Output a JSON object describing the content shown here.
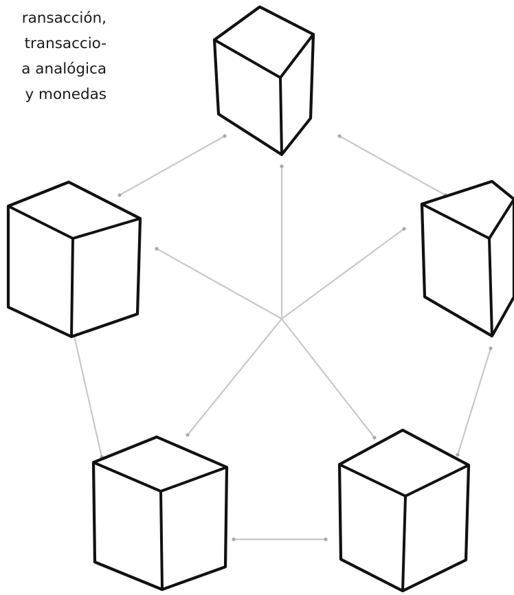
{
  "intro_text": {
    "lines": [
      "ransacción,",
      "transaccio-",
      "a analógica",
      "y monedas"
    ]
  },
  "diagram": {
    "nodes": [
      {
        "id": "top",
        "icon": "cube-icon"
      },
      {
        "id": "left",
        "icon": "cube-icon"
      },
      {
        "id": "right",
        "icon": "cube-icon"
      },
      {
        "id": "bottom-left",
        "icon": "cube-icon"
      },
      {
        "id": "bottom-right",
        "icon": "cube-icon"
      }
    ],
    "edges": [
      {
        "from": "top",
        "to": "left"
      },
      {
        "from": "top",
        "to": "right"
      },
      {
        "from": "left",
        "to": "bottom-left"
      },
      {
        "from": "right",
        "to": "bottom-right"
      },
      {
        "from": "bottom-left",
        "to": "bottom-right"
      },
      {
        "from": "top",
        "to": "center"
      },
      {
        "from": "left",
        "to": "center"
      },
      {
        "from": "right",
        "to": "center"
      },
      {
        "from": "bottom-left",
        "to": "center"
      },
      {
        "from": "bottom-right",
        "to": "center"
      }
    ],
    "colors": {
      "cube_stroke": "#111111",
      "cube_fill": "#ffffff",
      "edge": "#c8c8c8",
      "edge_dot": "#aaaaaa"
    }
  }
}
